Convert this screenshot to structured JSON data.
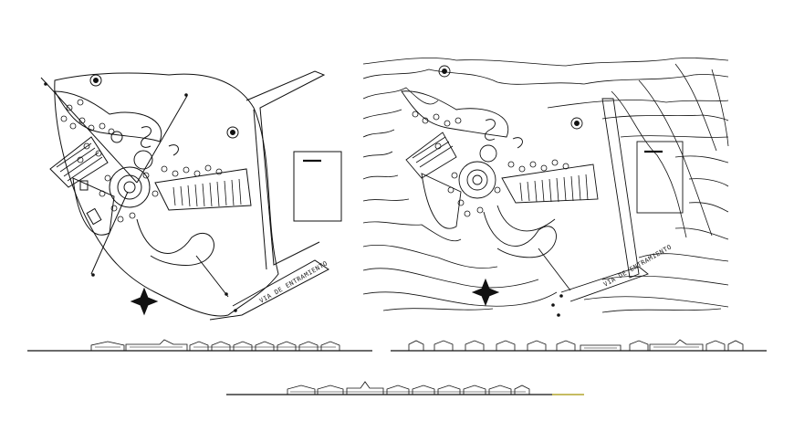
{
  "drawing": {
    "site_plan_left": {
      "road_label": "VIA DE ENTRAMIENTO"
    },
    "site_plan_right": {
      "road_label": "VIA DE ENTRAMIENTO"
    },
    "elevations": [
      {
        "name": "elevation-left"
      },
      {
        "name": "elevation-right"
      },
      {
        "name": "elevation-bottom"
      }
    ],
    "colors": {
      "line": "#111111",
      "background": "#ffffff"
    }
  }
}
